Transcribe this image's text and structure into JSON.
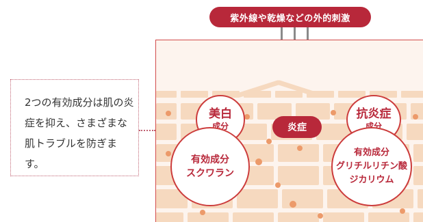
{
  "top_label": "紫外線や乾燥などの外的刺激",
  "note_text": "2つの有効成分は肌の炎症を抑え、さまざまな肌トラブルを防ぎます。",
  "inflammation_label": "炎症",
  "whitening": {
    "title": "美白",
    "subtitle": "成分",
    "ingredient_line1": "有効成分",
    "ingredient_line2": "スクワラン"
  },
  "anti_inflammatory": {
    "title": "抗炎症",
    "subtitle": "成分",
    "ingredient_line1": "有効成分",
    "ingredient_line2": "グリチルリチン酸",
    "ingredient_line3": "ジカリウム"
  },
  "colors": {
    "accent": "#b8283a",
    "brick": "#f6d9bf",
    "mortar": "#fdf4ee",
    "dot": "#ec9a6a",
    "arrow": "#8a8a8a"
  }
}
